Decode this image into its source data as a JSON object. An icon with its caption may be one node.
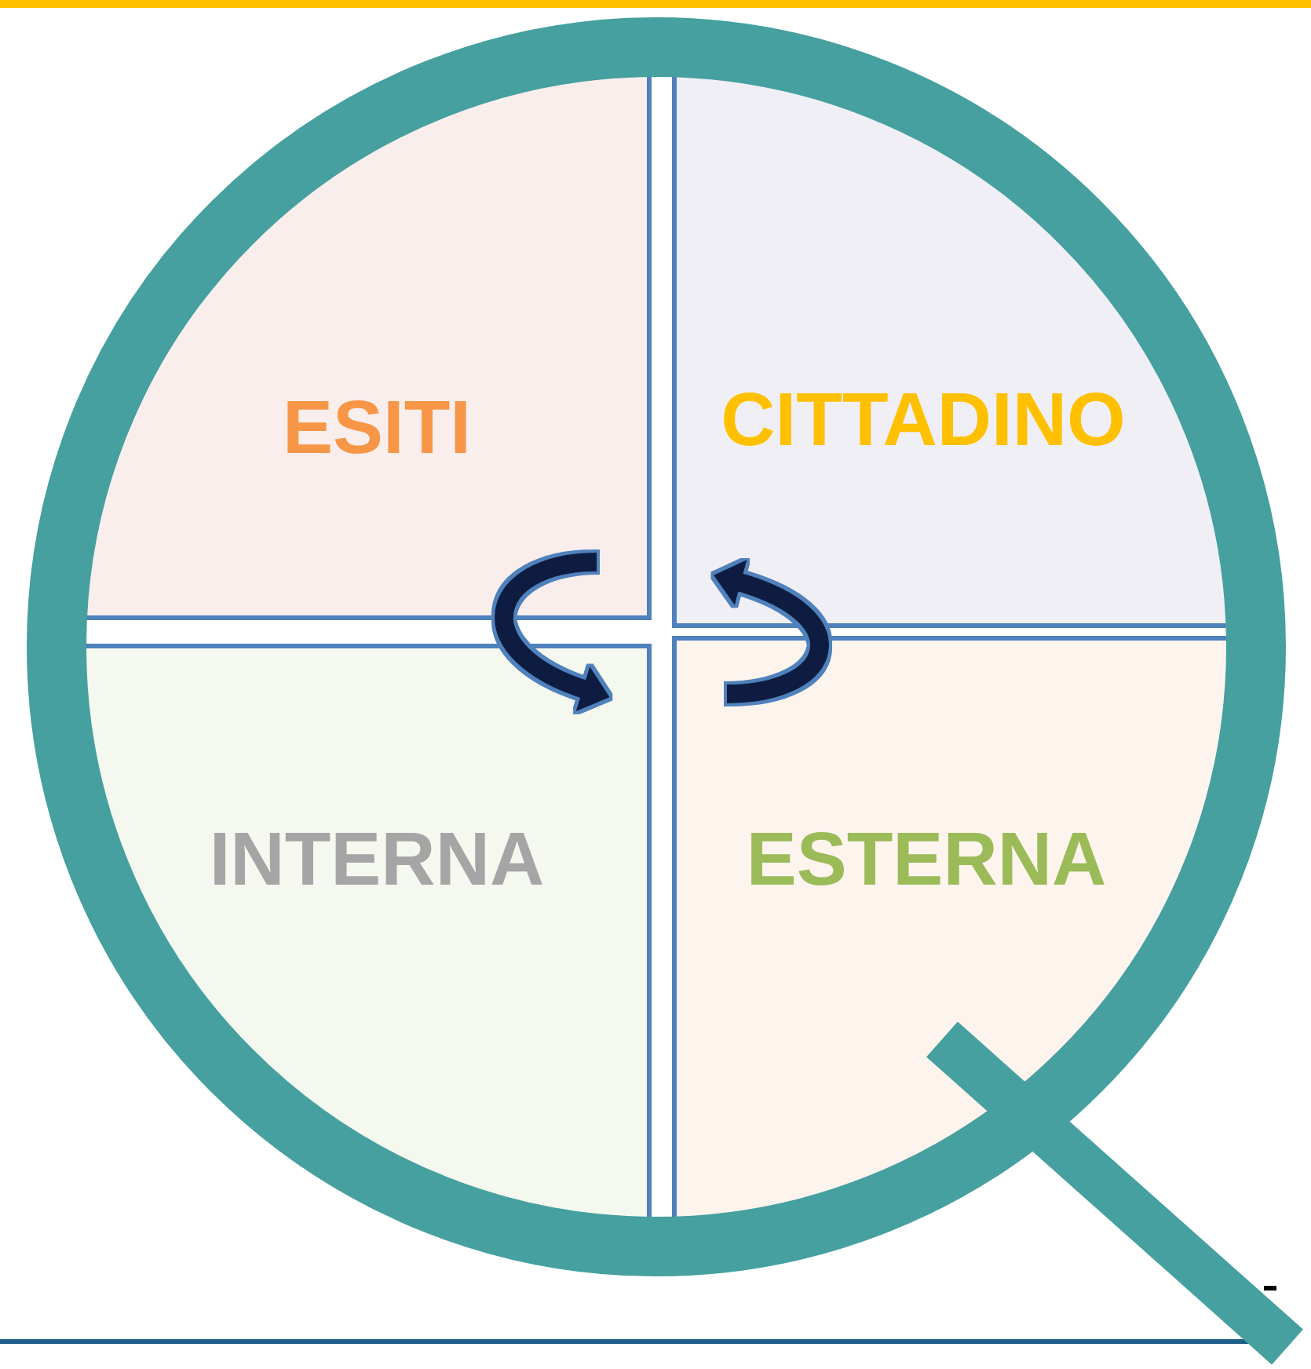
{
  "diagram": {
    "nodes": [
      {
        "text": [
          "ESITI"
        ]
      },
      {
        "text": [
          "CITTADINO"
        ]
      },
      {
        "text": [
          "INTERNA"
        ]
      },
      {
        "text": [
          "ESTERNA"
        ]
      }
    ],
    "edges": [
      {
        "from": 0,
        "to": 2,
        "arrow": "to"
      },
      {
        "from": 3,
        "to": 1,
        "arrow": "to"
      }
    ]
  }
}
